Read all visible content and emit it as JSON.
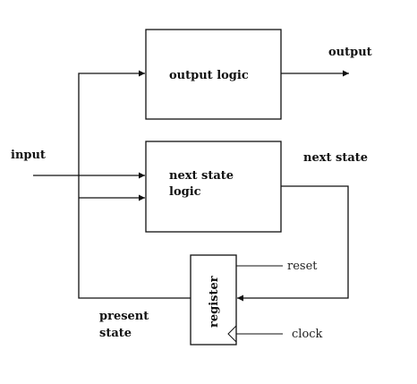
{
  "blocks": {
    "output_logic": "output logic",
    "next_state_logic": [
      "next state",
      "logic"
    ],
    "register": "register"
  },
  "signals": {
    "input": "input",
    "output": "output",
    "next_state": "next state",
    "present_state": [
      "present",
      "state"
    ],
    "reset": "reset",
    "clock": "clock"
  }
}
